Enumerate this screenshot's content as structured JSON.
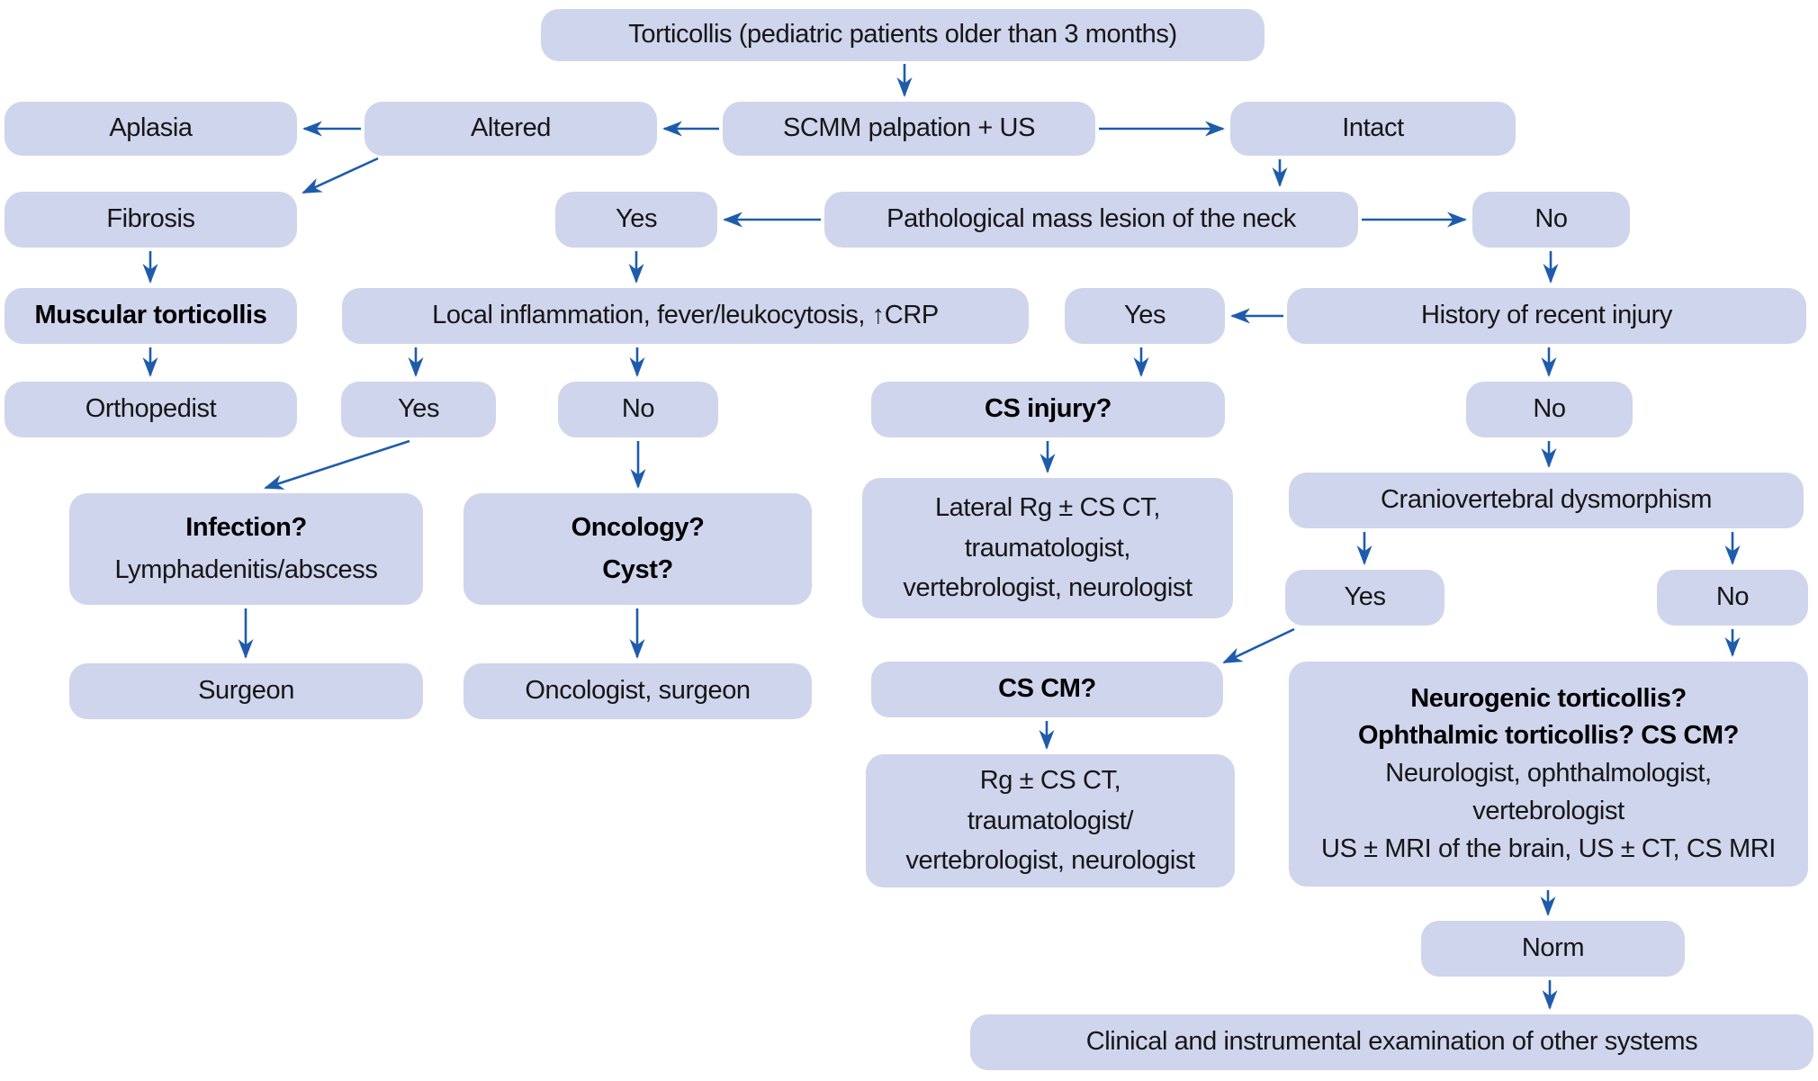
{
  "figure": {
    "type": "flowchart",
    "topic": "Diagnostic algorithm for torticollis in pediatric patients older than 3 months"
  },
  "colors": {
    "box_fill": "#cfd5ec",
    "arrow": "#1e5cab",
    "text": "#161616",
    "background": "#ffffff"
  },
  "nodes": {
    "title": {
      "text": "Torticollis (pediatric patients older than 3 months)"
    },
    "aplasia": {
      "text": "Aplasia"
    },
    "altered": {
      "text": "Altered"
    },
    "scmm": {
      "text": "SCMM palpation + US"
    },
    "intact": {
      "text": "Intact"
    },
    "fibrosis": {
      "text": "Fibrosis"
    },
    "yes_mass": {
      "text": "Yes"
    },
    "pathological": {
      "text": "Pathological mass lesion of the neck"
    },
    "no_mass": {
      "text": "No"
    },
    "muscular": {
      "text": "Muscular torticollis"
    },
    "local": {
      "text": "Local inflammation, fever/leukocytosis, ↑CRP"
    },
    "yes_injury": {
      "text": "Yes"
    },
    "history": {
      "text": "History of recent injury"
    },
    "orthopedist": {
      "text": "Orthopedist"
    },
    "yes_infl": {
      "text": "Yes"
    },
    "no_infl": {
      "text": "No"
    },
    "cs_injury": {
      "text": "CS injury?"
    },
    "no_injury": {
      "text": "No"
    },
    "infection": {
      "line1": "Infection?",
      "line2": "Lymphadenitis/abscess"
    },
    "oncology": {
      "line1": "Oncology?",
      "line2": "Cyst?"
    },
    "lateral_rg": {
      "line1": "Lateral Rg ± CS CT,",
      "line2": "traumatologist,",
      "line3": "vertebrologist, neurologist"
    },
    "cranio": {
      "text": "Craniovertebral dysmorphism"
    },
    "yes_dys": {
      "text": "Yes"
    },
    "no_dys": {
      "text": "No"
    },
    "surgeon": {
      "text": "Surgeon"
    },
    "oncologist": {
      "text": "Oncologist, surgeon"
    },
    "cs_cm": {
      "text": "CS CM?"
    },
    "neurogenic": {
      "line1": "Neurogenic torticollis?",
      "line2": "Ophthalmic torticollis? CS CM?",
      "line3": "Neurologist, ophthalmologist,",
      "line4": "vertebrologist",
      "line5": "US ± MRI of the brain, US ± CT, CS MRI"
    },
    "rg_cs_ct": {
      "line1": "Rg ± CS CT,",
      "line2": "traumatologist/",
      "line3": "vertebrologist, neurologist"
    },
    "norm": {
      "text": "Norm"
    },
    "clinical": {
      "text": "Clinical and instrumental examination of other systems"
    }
  },
  "edges": [
    {
      "from": "title",
      "to": "scmm"
    },
    {
      "from": "scmm",
      "to": "altered"
    },
    {
      "from": "altered",
      "to": "aplasia"
    },
    {
      "from": "scmm",
      "to": "intact"
    },
    {
      "from": "altered",
      "to": "fibrosis"
    },
    {
      "from": "intact",
      "to": "pathological"
    },
    {
      "from": "fibrosis",
      "to": "muscular"
    },
    {
      "from": "pathological",
      "to": "yes_mass"
    },
    {
      "from": "pathological",
      "to": "no_mass"
    },
    {
      "from": "yes_mass",
      "to": "local"
    },
    {
      "from": "no_mass",
      "to": "history"
    },
    {
      "from": "muscular",
      "to": "orthopedist"
    },
    {
      "from": "local",
      "to": "yes_infl"
    },
    {
      "from": "local",
      "to": "no_infl"
    },
    {
      "from": "history",
      "to": "yes_injury"
    },
    {
      "from": "history",
      "to": "no_injury"
    },
    {
      "from": "yes_injury",
      "to": "cs_injury"
    },
    {
      "from": "yes_infl",
      "to": "infection"
    },
    {
      "from": "no_infl",
      "to": "oncology"
    },
    {
      "from": "cs_injury",
      "to": "lateral_rg"
    },
    {
      "from": "no_injury",
      "to": "cranio"
    },
    {
      "from": "cranio",
      "to": "yes_dys"
    },
    {
      "from": "cranio",
      "to": "no_dys"
    },
    {
      "from": "infection",
      "to": "surgeon"
    },
    {
      "from": "oncology",
      "to": "oncologist"
    },
    {
      "from": "yes_dys",
      "to": "cs_cm"
    },
    {
      "from": "no_dys",
      "to": "neurogenic"
    },
    {
      "from": "cs_cm",
      "to": "rg_cs_ct"
    },
    {
      "from": "neurogenic",
      "to": "norm"
    },
    {
      "from": "norm",
      "to": "clinical"
    }
  ]
}
